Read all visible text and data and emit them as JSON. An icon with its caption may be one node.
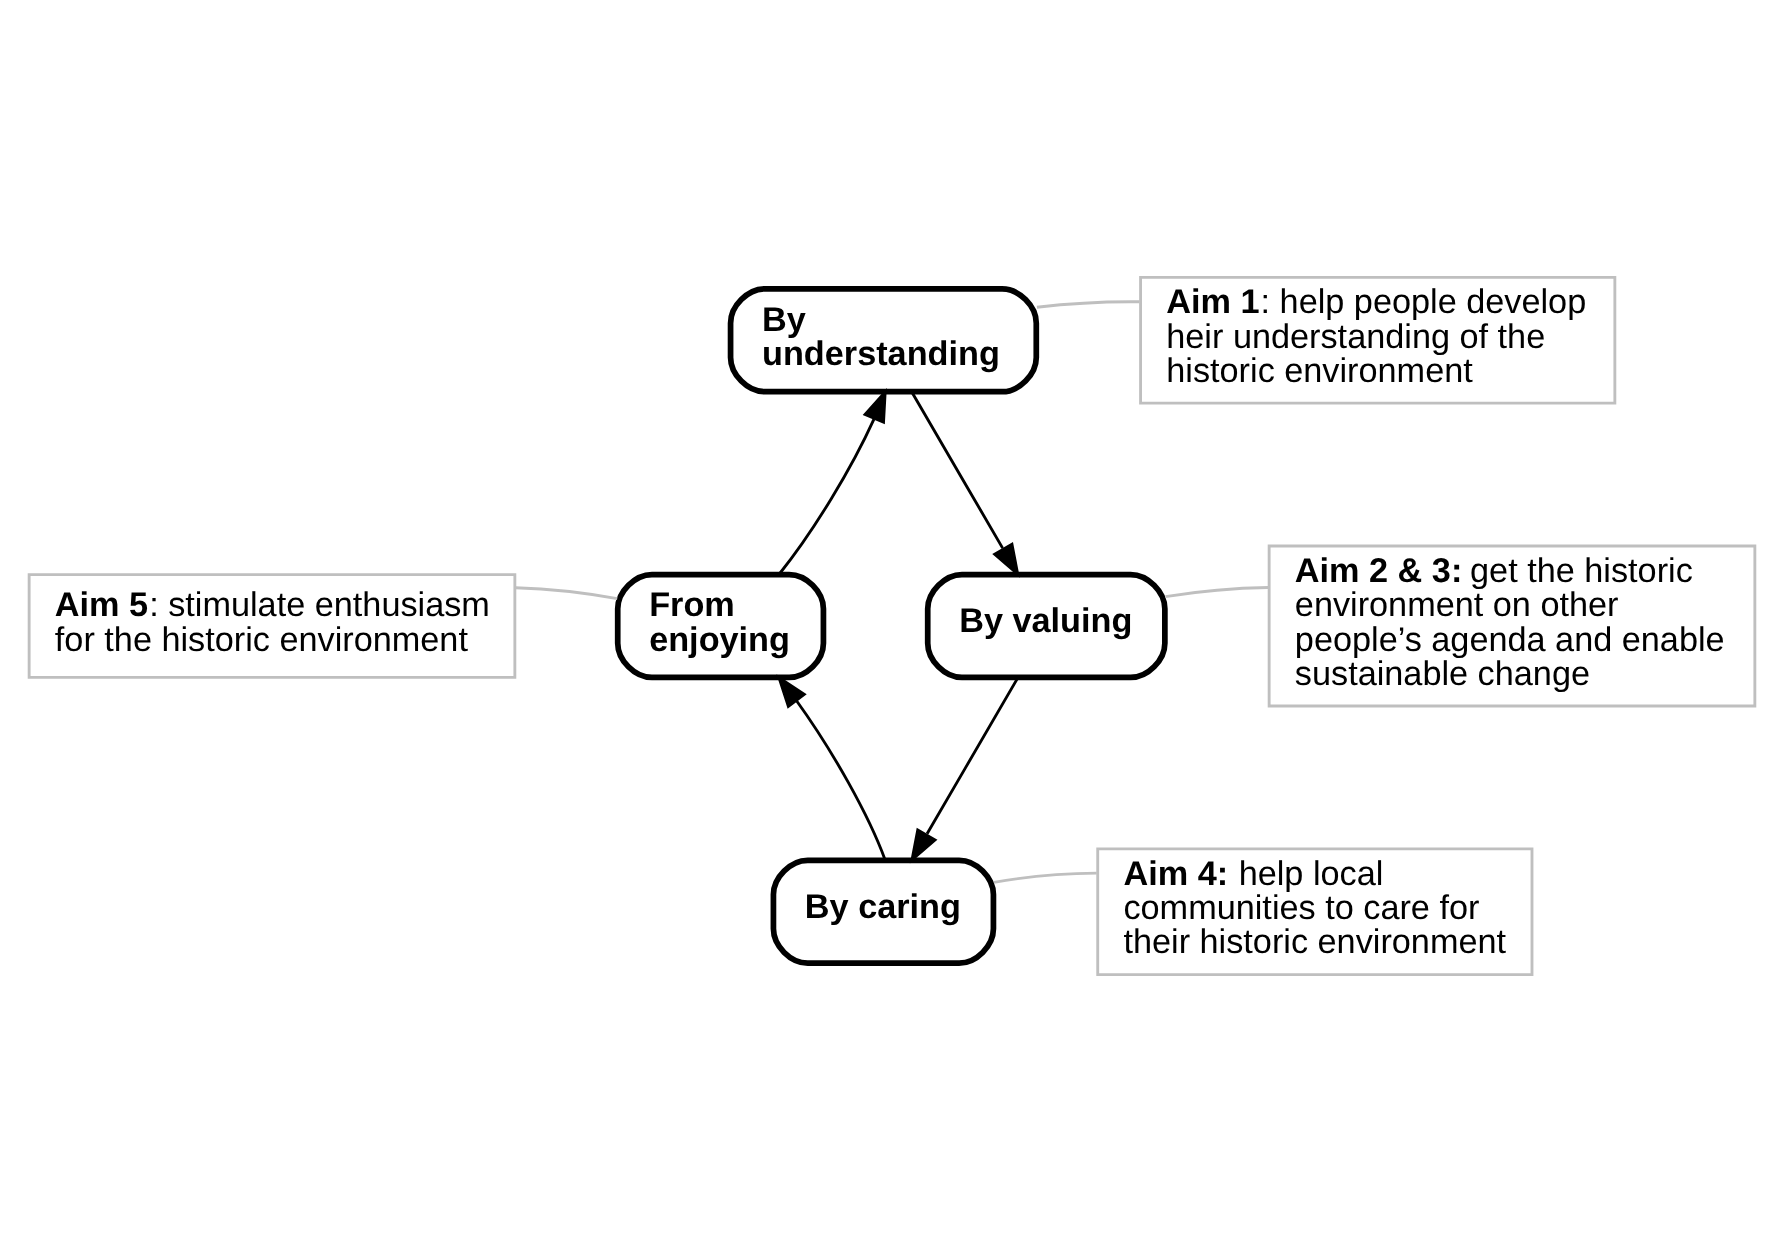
{
  "diagram": {
    "nodes": [
      {
        "text": [
          "By understanding"
        ]
      },
      {
        "text": [
          "By valuing"
        ]
      },
      {
        "text": [
          "By caring"
        ]
      },
      {
        "text": [
          "From enjoying"
        ]
      },
      {
        "text": [
          "**Aim 1**: help people develop heir understanding of the historic environment"
        ]
      },
      {
        "text": [
          "**Aim 2 & 3:** get the historic environment on other people’s agenda and enable sustainable change"
        ]
      },
      {
        "text": [
          "**Aim 4:** help local communities to care for their historic environment"
        ]
      },
      {
        "text": [
          "**Aim 5**: stimulate enthusiasm for the historic environment"
        ]
      }
    ],
    "edges": [
      {
        "from": 0,
        "to": 1,
        "arrow": "to"
      },
      {
        "from": 1,
        "to": 2,
        "arrow": "to"
      },
      {
        "from": 2,
        "to": 3,
        "arrow": "to"
      },
      {
        "from": 3,
        "to": 0,
        "arrow": "to"
      },
      {
        "from": 4,
        "to": 0,
        "arrow": "none",
        "color": "#bfbfbf"
      },
      {
        "from": 5,
        "to": 1,
        "arrow": "none",
        "color": "#bfbfbf"
      },
      {
        "from": 6,
        "to": 2,
        "arrow": "none",
        "color": "#bfbfbf"
      },
      {
        "from": 7,
        "to": 3,
        "arrow": "none",
        "color": "#bfbfbf"
      }
    ]
  }
}
